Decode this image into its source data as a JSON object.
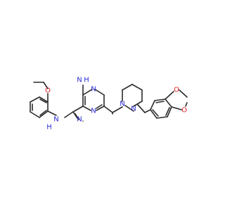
{
  "molecule": {
    "atoms": {
      "triazine_n_top": "N",
      "triazine_n_left": "N",
      "triazine_n_right": "N",
      "amine_nh2_n": "N",
      "amine_nh2_h": "H",
      "amine_h": "H",
      "amine_n": "N",
      "piperazine_n1": "N",
      "piperazine_n4": "N",
      "ether_o": "O",
      "dioxole_o1": "O",
      "dioxole_o2": "O"
    },
    "colors": {
      "bond": "#2b2b2b",
      "nitrogen": "#2a2ad6",
      "oxygen": "#e01b1b",
      "background": "#ffffff"
    }
  }
}
